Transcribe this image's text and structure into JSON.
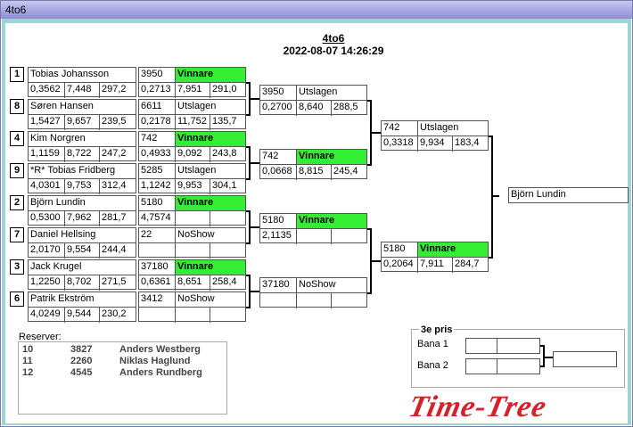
{
  "window": {
    "title": "4to6"
  },
  "header": {
    "title": "4to6",
    "datetime": "2022-08-07 14:26:29"
  },
  "round1": [
    {
      "seed": "1",
      "name": "Tobias Johansson",
      "stats": [
        "0,3562",
        "7,448",
        "297,2"
      ],
      "id": "3950",
      "result": "Vinnare",
      "r": [
        "0,2713",
        "7,951",
        "291,0"
      ],
      "winner": true
    },
    {
      "seed": "8",
      "name": "Søren Hansen",
      "stats": [
        "1,5427",
        "9,657",
        "239,5"
      ],
      "id": "6611",
      "result": "Utslagen",
      "r": [
        "0,2178",
        "11,752",
        "135,7"
      ],
      "winner": false
    },
    {
      "seed": "4",
      "name": "Kim Norgren",
      "stats": [
        "1,1159",
        "8,722",
        "247,2"
      ],
      "id": "742",
      "result": "Vinnare",
      "r": [
        "0,4933",
        "9,092",
        "243,8"
      ],
      "winner": true
    },
    {
      "seed": "9",
      "name": "*R* Tobias Fridberg",
      "stats": [
        "4,0301",
        "9,753",
        "312,4"
      ],
      "id": "5285",
      "result": "Utslagen",
      "r": [
        "1,1242",
        "9,953",
        "304,1"
      ],
      "winner": false
    },
    {
      "seed": "2",
      "name": "Björn Lundin",
      "stats": [
        "0,5300",
        "7,962",
        "281,7"
      ],
      "id": "5180",
      "result": "Vinnare",
      "r": [
        "4,7574",
        "",
        ""
      ],
      "winner": true
    },
    {
      "seed": "7",
      "name": "Daniel Hellsing",
      "stats": [
        "2,0170",
        "9,554",
        "244,4"
      ],
      "id": "22",
      "result": "NoShow",
      "r": [
        "",
        "",
        ""
      ],
      "winner": false
    },
    {
      "seed": "3",
      "name": "Jack Krugel",
      "stats": [
        "1,2250",
        "8,702",
        "271,5"
      ],
      "id": "37180",
      "result": "Vinnare",
      "r": [
        "0,6361",
        "8,651",
        "258,4"
      ],
      "winner": true
    },
    {
      "seed": "6",
      "name": "Patrik Ekström",
      "stats": [
        "4,0249",
        "9,544",
        "230,2"
      ],
      "id": "3412",
      "result": "NoShow",
      "r": [
        "",
        "",
        ""
      ],
      "winner": false
    }
  ],
  "round2": [
    {
      "id": "3950",
      "result": "Utslagen",
      "r": [
        "0,2700",
        "8,640",
        "288,5"
      ],
      "winner": false
    },
    {
      "id": "742",
      "result": "Vinnare",
      "r": [
        "0,0668",
        "8,815",
        "245,4"
      ],
      "winner": true
    },
    {
      "id": "5180",
      "result": "Vinnare",
      "r": [
        "2,1135",
        "",
        ""
      ],
      "winner": true
    },
    {
      "id": "37180",
      "result": "NoShow",
      "r": [
        "",
        "",
        ""
      ],
      "winner": false
    }
  ],
  "round3": [
    {
      "id": "742",
      "result": "Utslagen",
      "r": [
        "0,3318",
        "9,934",
        "183,4"
      ],
      "winner": false
    },
    {
      "id": "5180",
      "result": "Vinnare",
      "r": [
        "0,2064",
        "7,911",
        "284,7"
      ],
      "winner": true
    }
  ],
  "final": {
    "name": "Björn Lundin"
  },
  "reserves": {
    "label": "Reserver:",
    "rows": [
      {
        "n": "10",
        "id": "3827",
        "name": "Anders Westberg"
      },
      {
        "n": "11",
        "id": "2260",
        "name": "Niklas Haglund"
      },
      {
        "n": "12",
        "id": "4545",
        "name": "Anders Rundberg"
      }
    ]
  },
  "third": {
    "title": "3e pris",
    "lane1": "Bana 1",
    "lane2": "Bana 2"
  },
  "logo": {
    "text": "Time-Tree"
  },
  "colors": {
    "winner": "#33ee33",
    "frame": "#9ed4d4"
  }
}
